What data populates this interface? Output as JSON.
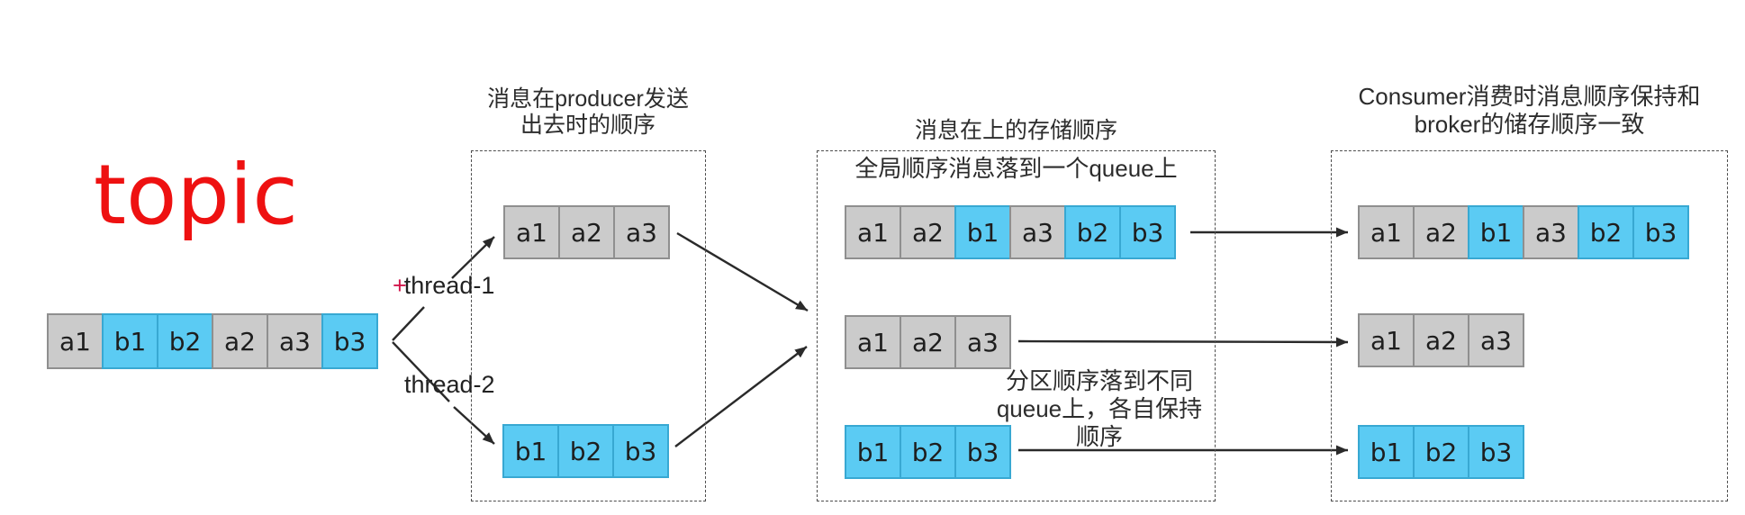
{
  "topic_label": "topic",
  "colors": {
    "topic_red": "#ee1111",
    "thread_plus_red": "#d2164b",
    "cell_blue": "#5bcbf3",
    "cell_gray": "#cbcbcb",
    "arrow_dark": "#2a2a2a"
  },
  "source_queue": {
    "cells": [
      {
        "label": "a1",
        "type": "gray"
      },
      {
        "label": "b1",
        "type": "blue"
      },
      {
        "label": "b2",
        "type": "blue"
      },
      {
        "label": "a2",
        "type": "gray"
      },
      {
        "label": "a3",
        "type": "gray"
      },
      {
        "label": "b3",
        "type": "blue"
      }
    ]
  },
  "threads": {
    "t1_prefix": "+",
    "t1_label": "thread-1",
    "t2_label": "thread-2"
  },
  "producer_box": {
    "title_line1": "消息在producer发送",
    "title_line2": "出去时的顺序",
    "row_a": {
      "cells": [
        {
          "label": "a1",
          "type": "gray"
        },
        {
          "label": "a2",
          "type": "gray"
        },
        {
          "label": "a3",
          "type": "gray"
        }
      ]
    },
    "row_b": {
      "cells": [
        {
          "label": "b1",
          "type": "blue"
        },
        {
          "label": "b2",
          "type": "blue"
        },
        {
          "label": "b3",
          "type": "blue"
        }
      ]
    }
  },
  "broker_box": {
    "title": "消息在上的存储顺序",
    "caption_global": "全局顺序消息落到一个queue上",
    "caption_partition_line1": "分区顺序落到不同",
    "caption_partition_line2": "queue上，各自保持",
    "caption_partition_line3": "顺序",
    "row_mixed": {
      "cells": [
        {
          "label": "a1",
          "type": "gray"
        },
        {
          "label": "a2",
          "type": "gray"
        },
        {
          "label": "b1",
          "type": "blue"
        },
        {
          "label": "a3",
          "type": "gray"
        },
        {
          "label": "b2",
          "type": "blue"
        },
        {
          "label": "b3",
          "type": "blue"
        }
      ]
    },
    "row_a": {
      "cells": [
        {
          "label": "a1",
          "type": "gray"
        },
        {
          "label": "a2",
          "type": "gray"
        },
        {
          "label": "a3",
          "type": "gray"
        }
      ]
    },
    "row_b": {
      "cells": [
        {
          "label": "b1",
          "type": "blue"
        },
        {
          "label": "b2",
          "type": "blue"
        },
        {
          "label": "b3",
          "type": "blue"
        }
      ]
    }
  },
  "consumer_box": {
    "title_line1": "Consumer消费时消息顺序保持和",
    "title_line2": "broker的储存顺序一致",
    "row_mixed": {
      "cells": [
        {
          "label": "a1",
          "type": "gray"
        },
        {
          "label": "a2",
          "type": "gray"
        },
        {
          "label": "b1",
          "type": "blue"
        },
        {
          "label": "a3",
          "type": "gray"
        },
        {
          "label": "b2",
          "type": "blue"
        },
        {
          "label": "b3",
          "type": "blue"
        }
      ]
    },
    "row_a": {
      "cells": [
        {
          "label": "a1",
          "type": "gray"
        },
        {
          "label": "a2",
          "type": "gray"
        },
        {
          "label": "a3",
          "type": "gray"
        }
      ]
    },
    "row_b": {
      "cells": [
        {
          "label": "b1",
          "type": "blue"
        },
        {
          "label": "b2",
          "type": "blue"
        },
        {
          "label": "b3",
          "type": "blue"
        }
      ]
    }
  }
}
